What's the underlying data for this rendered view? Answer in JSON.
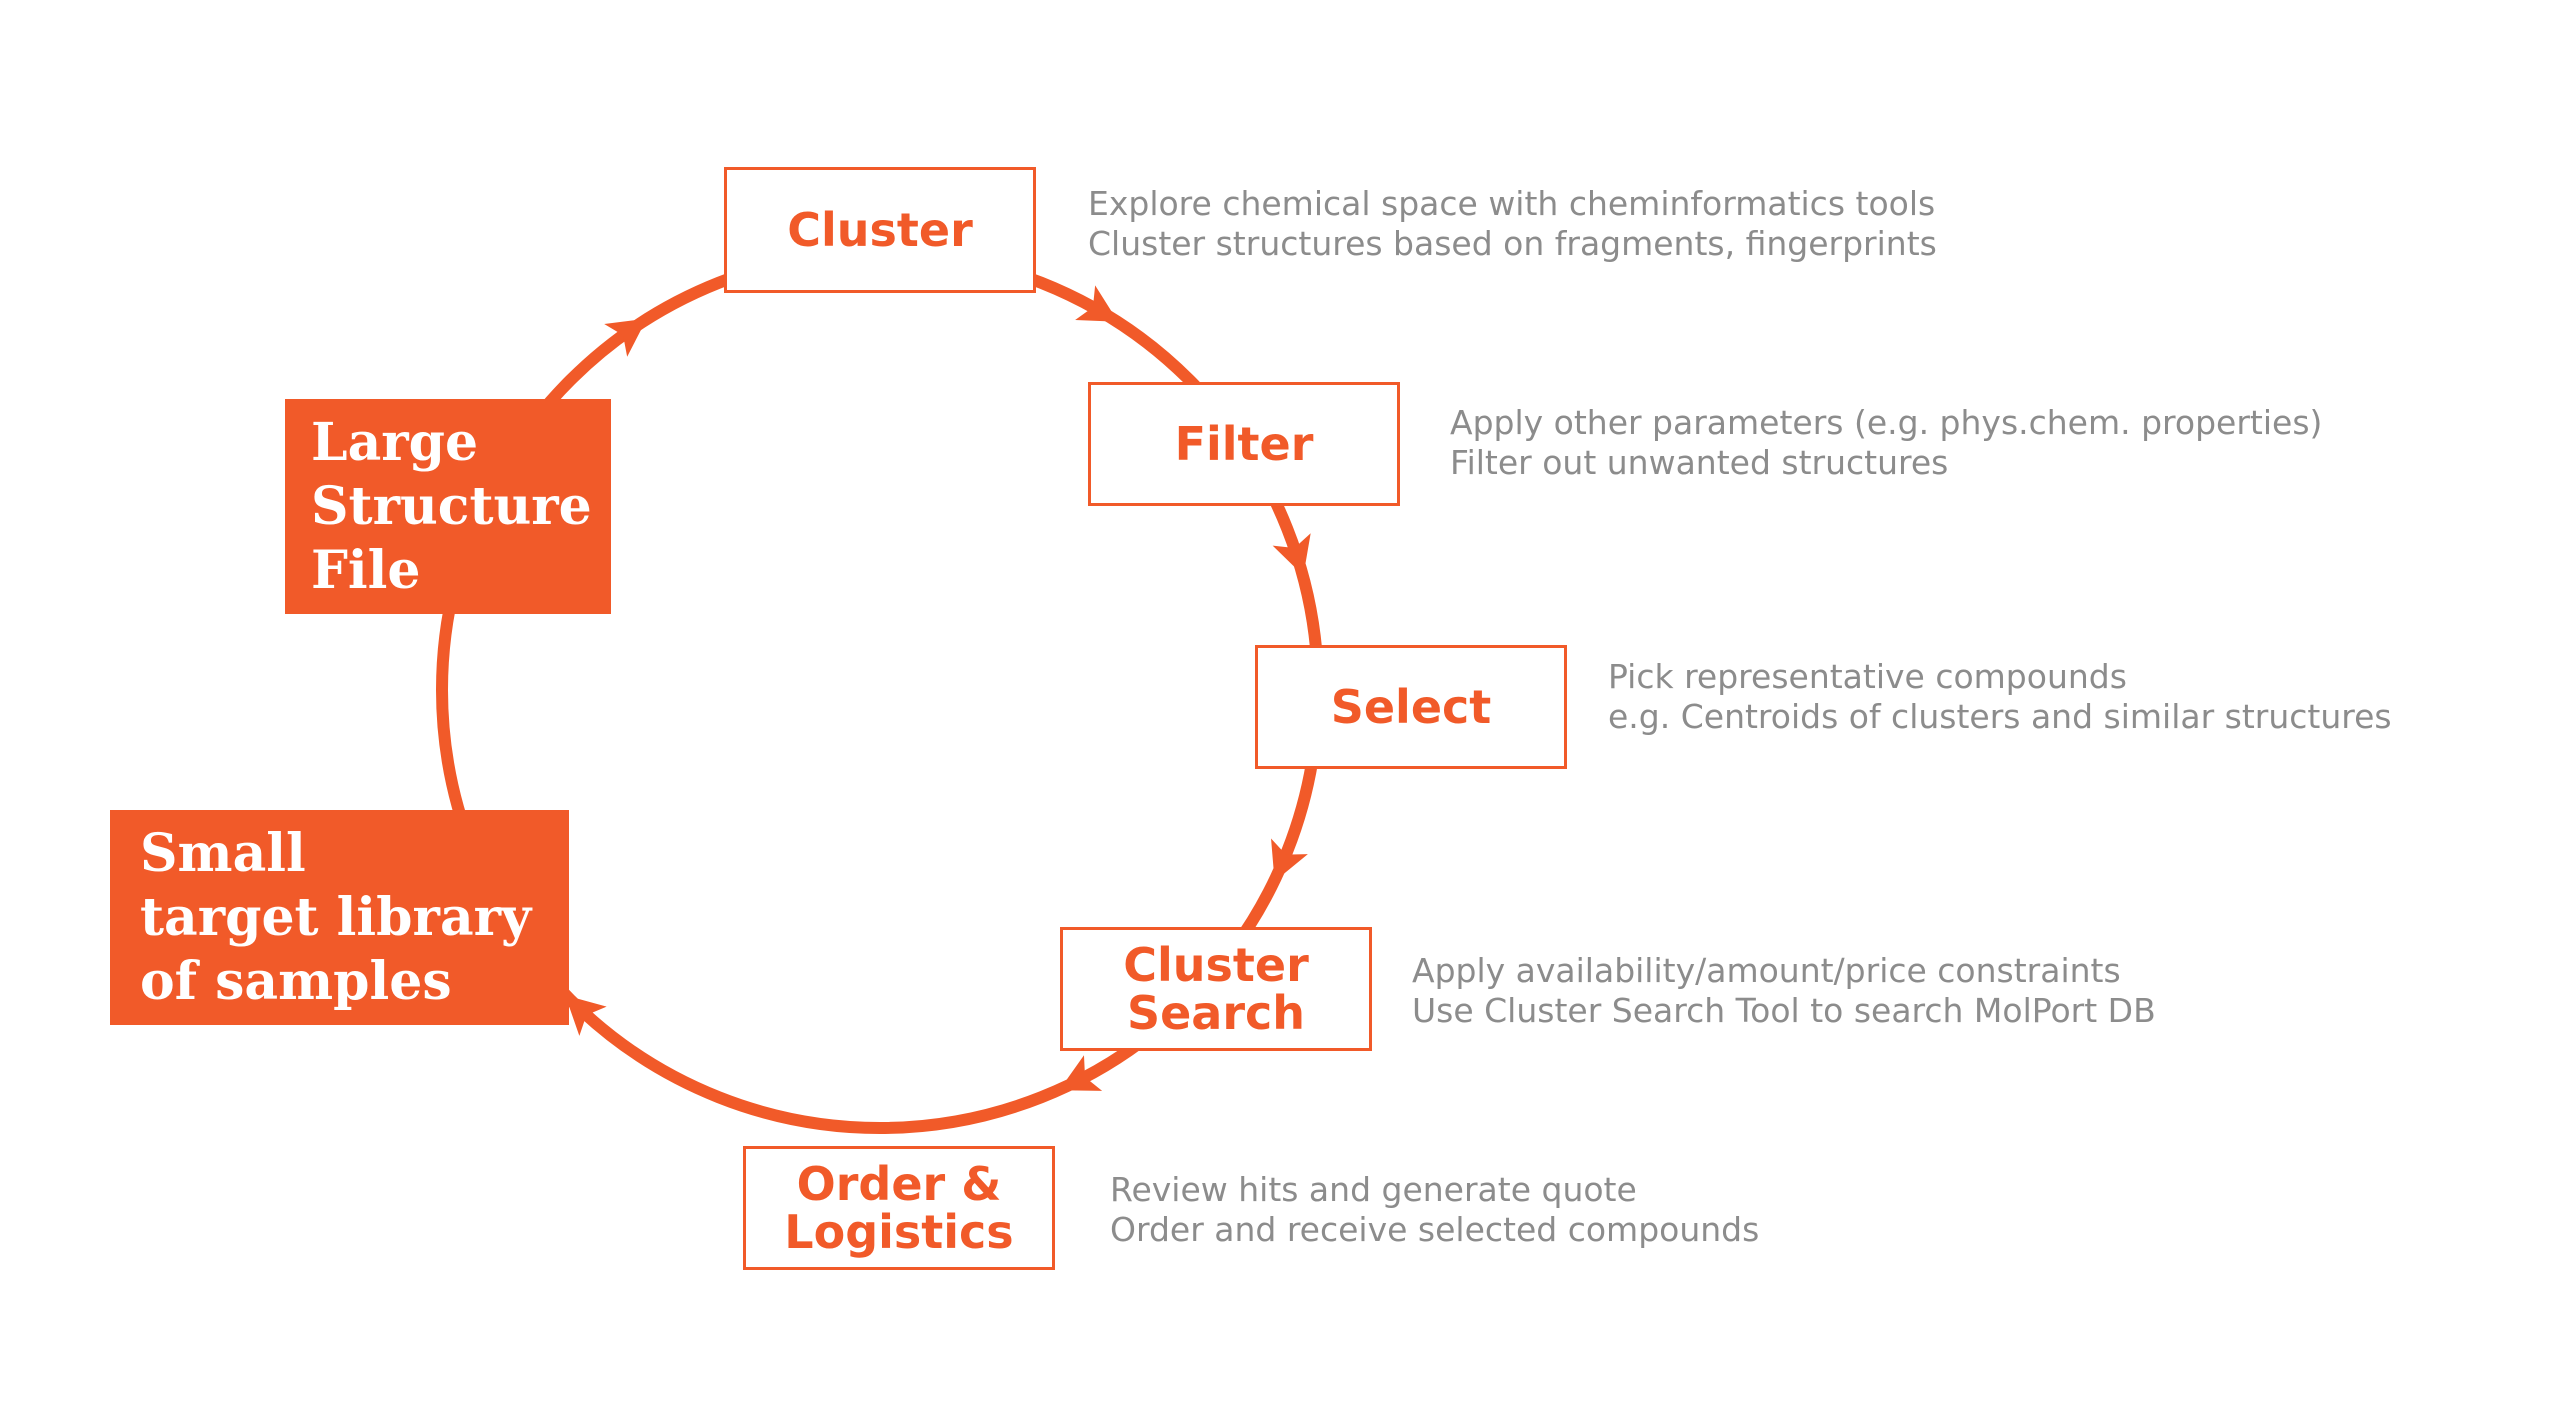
{
  "colors": {
    "accent": "#f15a29",
    "description_text": "#8c8c8c",
    "background": "#ffffff"
  },
  "input": {
    "label": "Large\nStructure\nFile"
  },
  "output": {
    "label": "Small\ntarget library\nof samples"
  },
  "steps": [
    {
      "label": "Cluster",
      "description": [
        "Explore chemical space with cheminformatics tools",
        "Cluster structures based on fragments, fingerprints"
      ]
    },
    {
      "label": "Filter",
      "description": [
        "Apply other parameters (e.g. phys.chem. properties)",
        "Filter out unwanted structures"
      ]
    },
    {
      "label": "Select",
      "description": [
        "Pick representative compounds",
        "e.g. Centroids of clusters and similar structures"
      ]
    },
    {
      "label": "Cluster\nSearch",
      "description": [
        "Apply availability/amount/price constraints",
        "Use Cluster Search Tool to search MolPort DB"
      ]
    },
    {
      "label": "Order &\nLogistics",
      "description": [
        "Review hits and generate quote",
        "Order and receive selected compounds"
      ]
    }
  ]
}
